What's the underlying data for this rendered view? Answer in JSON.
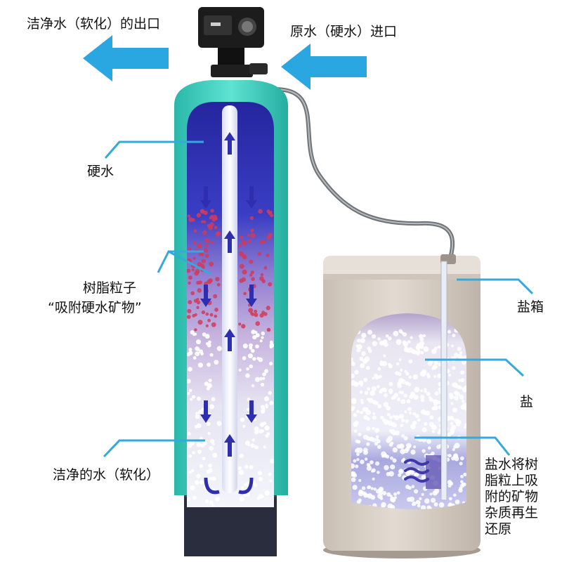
{
  "labels": {
    "outlet": "洁净水（软化）的出口",
    "inlet": "原水（硬水）进口",
    "hard_water": "硬水",
    "resin_line1": "树脂粒子",
    "resin_line2": "“吸附硬水矿物”",
    "clean_water": "洁净的水（软化）",
    "brine_tank": "盐箱",
    "salt": "盐",
    "regen_lines": [
      "盐水将树",
      "脂粒上吸",
      "附的矿物",
      "杂质再生",
      "还原"
    ]
  },
  "colors": {
    "arrow": "#2aa6e0",
    "tank_shell": "#3fd3c2",
    "tank_base": "#2a2d3e",
    "hard_water": "#2e2fb3",
    "resin_bead": "#d23a5a",
    "clean_bead": "#ffffff",
    "brine_box": "#d8cfc6",
    "salt_top": "#b8a9cf",
    "brine_water": "#9a98d8",
    "leader_line": "#33a9dc"
  },
  "icons": [
    "left-arrow-icon",
    "right-arrow-icon",
    "flow-arrow-icon",
    "control-valve-icon"
  ]
}
